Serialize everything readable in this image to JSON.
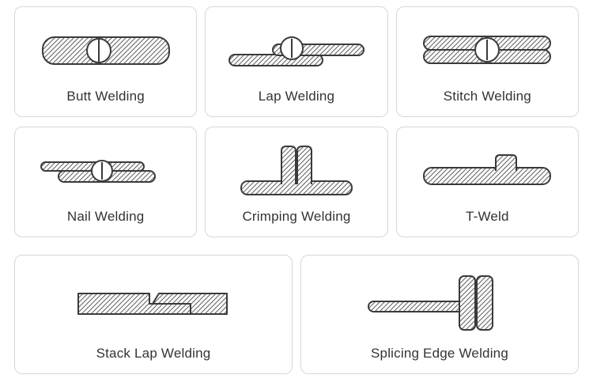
{
  "colors": {
    "outline": "#3a3a3a",
    "hatch_line": "#666666",
    "cell_border": "#d7d7d7",
    "label_text": "#333333",
    "background": "#ffffff"
  },
  "cells": [
    {
      "label": "Butt Welding"
    },
    {
      "label": "Lap Welding"
    },
    {
      "label": "Stitch Welding"
    },
    {
      "label": "Nail Welding"
    },
    {
      "label": "Crimping Welding"
    },
    {
      "label": "T-Weld"
    },
    {
      "label": "Stack Lap Welding"
    },
    {
      "label": "Splicing Edge Welding"
    }
  ]
}
